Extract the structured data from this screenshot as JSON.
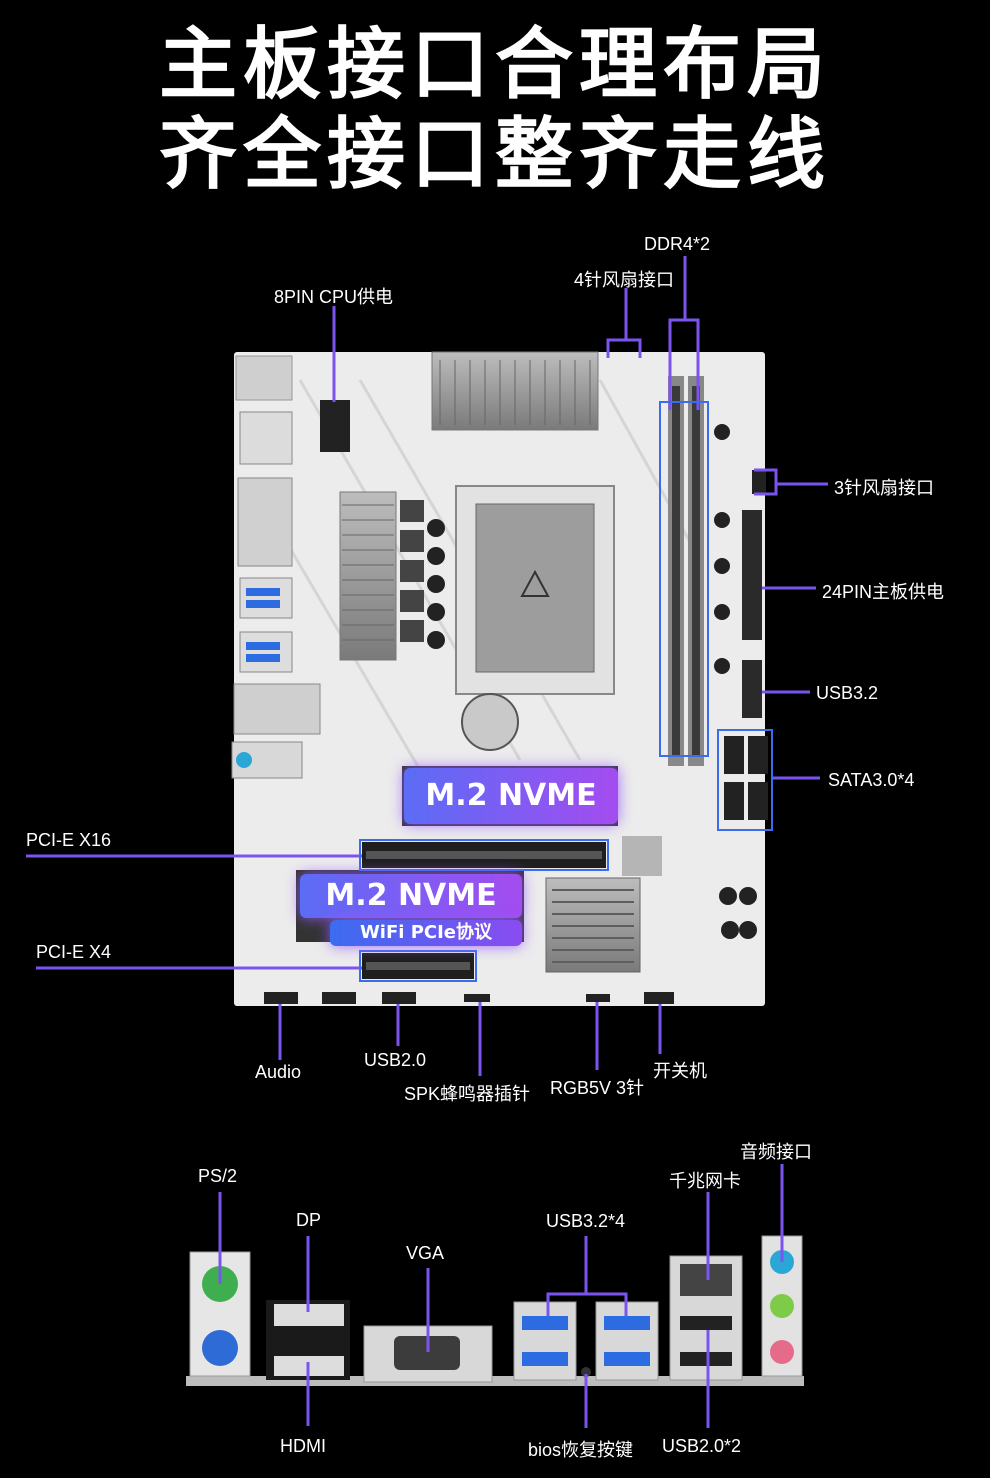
{
  "headline": {
    "line1": "主板接口合理布局",
    "line2": "齐全接口整齐走线"
  },
  "board_labels": {
    "ddr4": "DDR4*2",
    "fan4": "4针风扇接口",
    "cpu_power": "8PIN CPU供电",
    "fan3": "3针风扇接口",
    "atx24": "24PIN主板供电",
    "usb32": "USB3.2",
    "sata": "SATA3.0*4",
    "pcie16": "PCI-E X16",
    "pcie4": "PCI-E X4",
    "audio": "Audio",
    "usb20": "USB2.0",
    "spk": "SPK蜂鸣器插针",
    "rgb": "RGB5V 3针",
    "power_sw": "开关机"
  },
  "badges": {
    "m2_top": "M.2 NVME",
    "m2_bottom": "M.2 NVME",
    "m2_bottom_sub": "WiFi PCIe协议"
  },
  "io_labels": {
    "ps2": "PS/2",
    "dp": "DP",
    "vga": "VGA",
    "usb32x4": "USB3.2*4",
    "lan": "千兆网卡",
    "audio_jack": "音频接口",
    "hdmi": "HDMI",
    "bios": "bios恢复按键",
    "usb20x2": "USB2.0*2"
  },
  "colors": {
    "accent_line": "#8a5cf6",
    "accent_blue": "#3b6cf0",
    "board": "#eeeeee"
  }
}
